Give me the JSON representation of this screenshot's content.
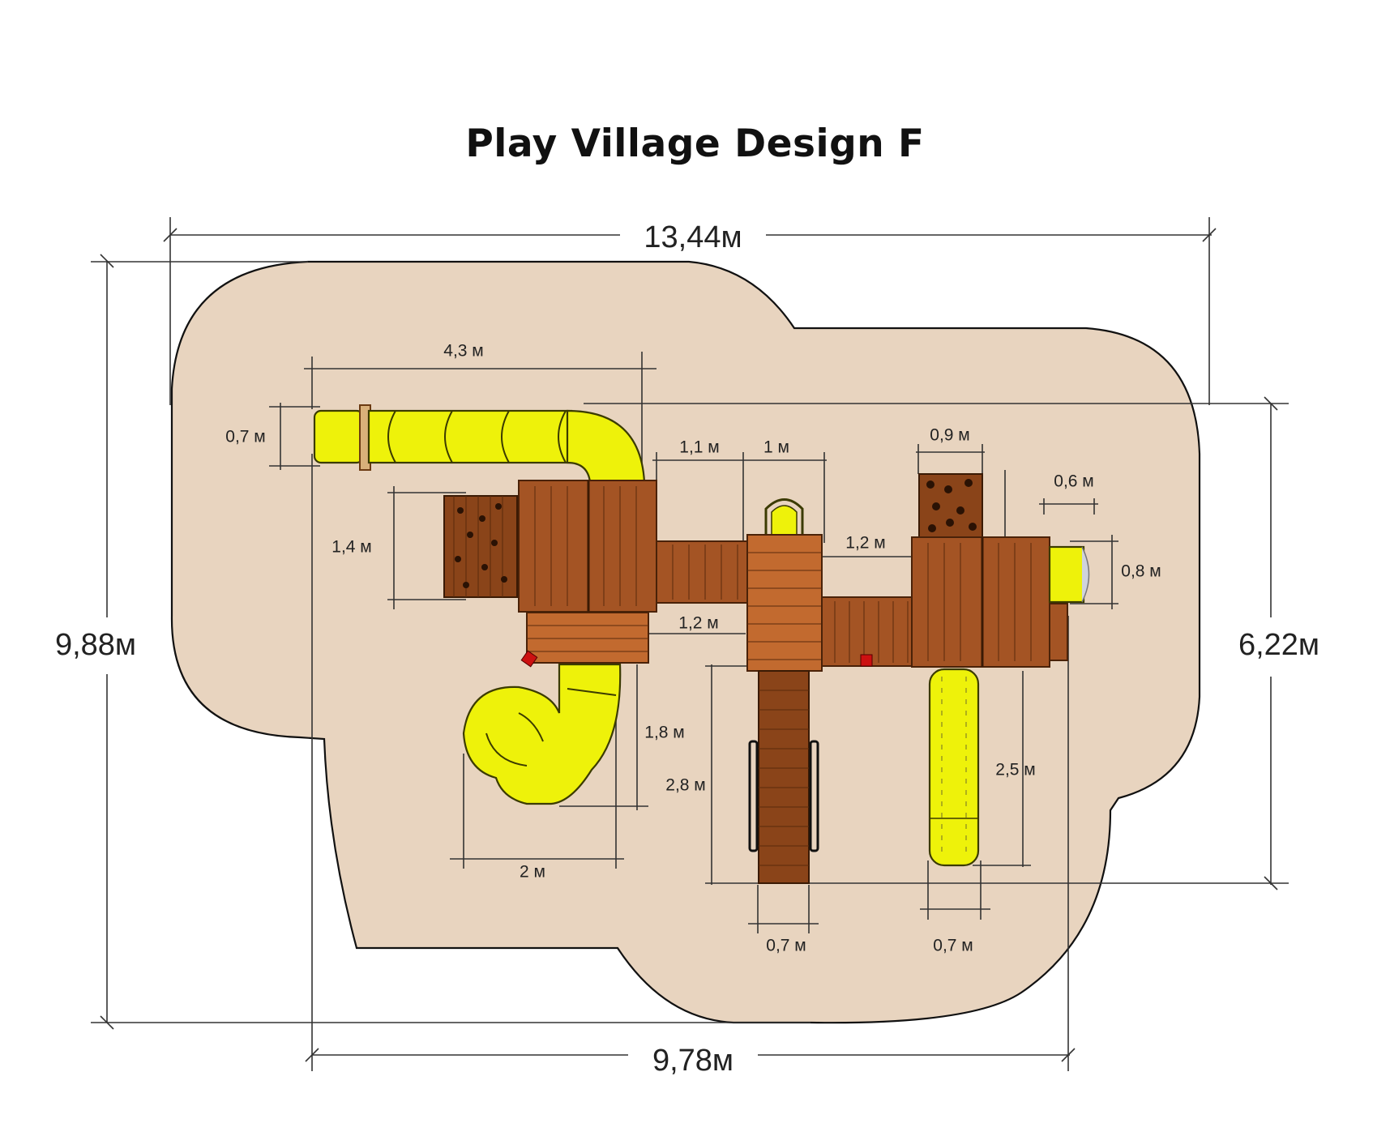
{
  "title": "Play Village Design F",
  "colors": {
    "ground": "#e8d4bf",
    "wood": "#a45424",
    "slide": "#eef20a",
    "dimension_lines": "#333333"
  },
  "dimensions": {
    "overall_width": "13,44м",
    "overall_depth": "9,88м",
    "equipment_width": "9,78м",
    "equipment_depth": "6,22м",
    "tube_slide_length": "4,3 м",
    "tube_slide_width": "0,7 м",
    "climbing_wall_width": "1,4 м",
    "bridge_length": "1,1 м",
    "tower_width": "1 м",
    "crawl_bridge_length": "1,2 м",
    "lower_deck_gap": "1,2 м",
    "rock_wall_width": "0,9 м",
    "tunnel_width": "0,6 м",
    "tunnel_depth": "0,8 м",
    "spiral_depth": "1,8 м",
    "spiral_width": "2 м",
    "ladder_length": "2,8 м",
    "straight_slide_length": "2,5 м",
    "ladder_width": "0,7 м",
    "straight_slide_width": "0,7 м"
  }
}
